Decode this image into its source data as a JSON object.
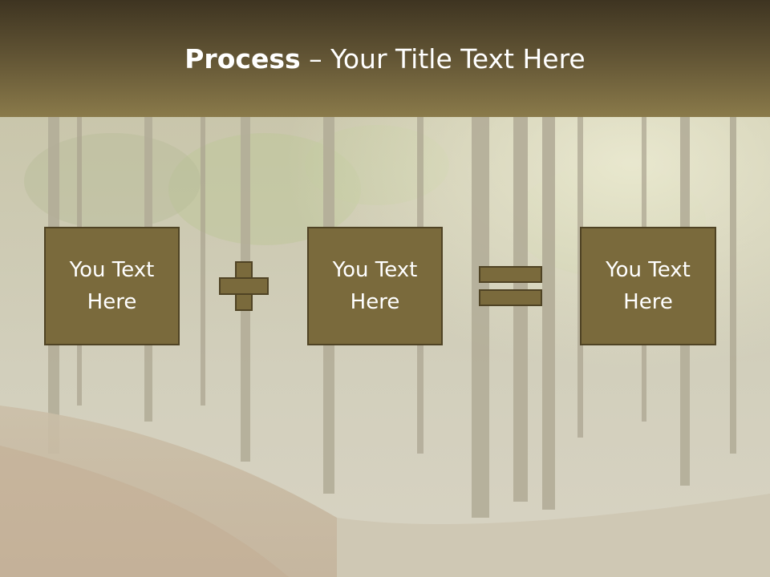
{
  "slide": {
    "title_bold": "Process",
    "title_rest": " – Your Title Text Here",
    "box1_text": "You Text\nHere",
    "box2_text": "You Text\nHere",
    "box3_text": "You Text\nHere"
  },
  "icons": {
    "operator1": "plus-icon",
    "operator2": "equals-icon"
  },
  "colors": {
    "box_fill": "#7a6a3c",
    "box_border": "#4f4324",
    "title_band_top": "#3e3421",
    "title_band_bottom": "#8a7a4a",
    "text": "#ffffff"
  }
}
